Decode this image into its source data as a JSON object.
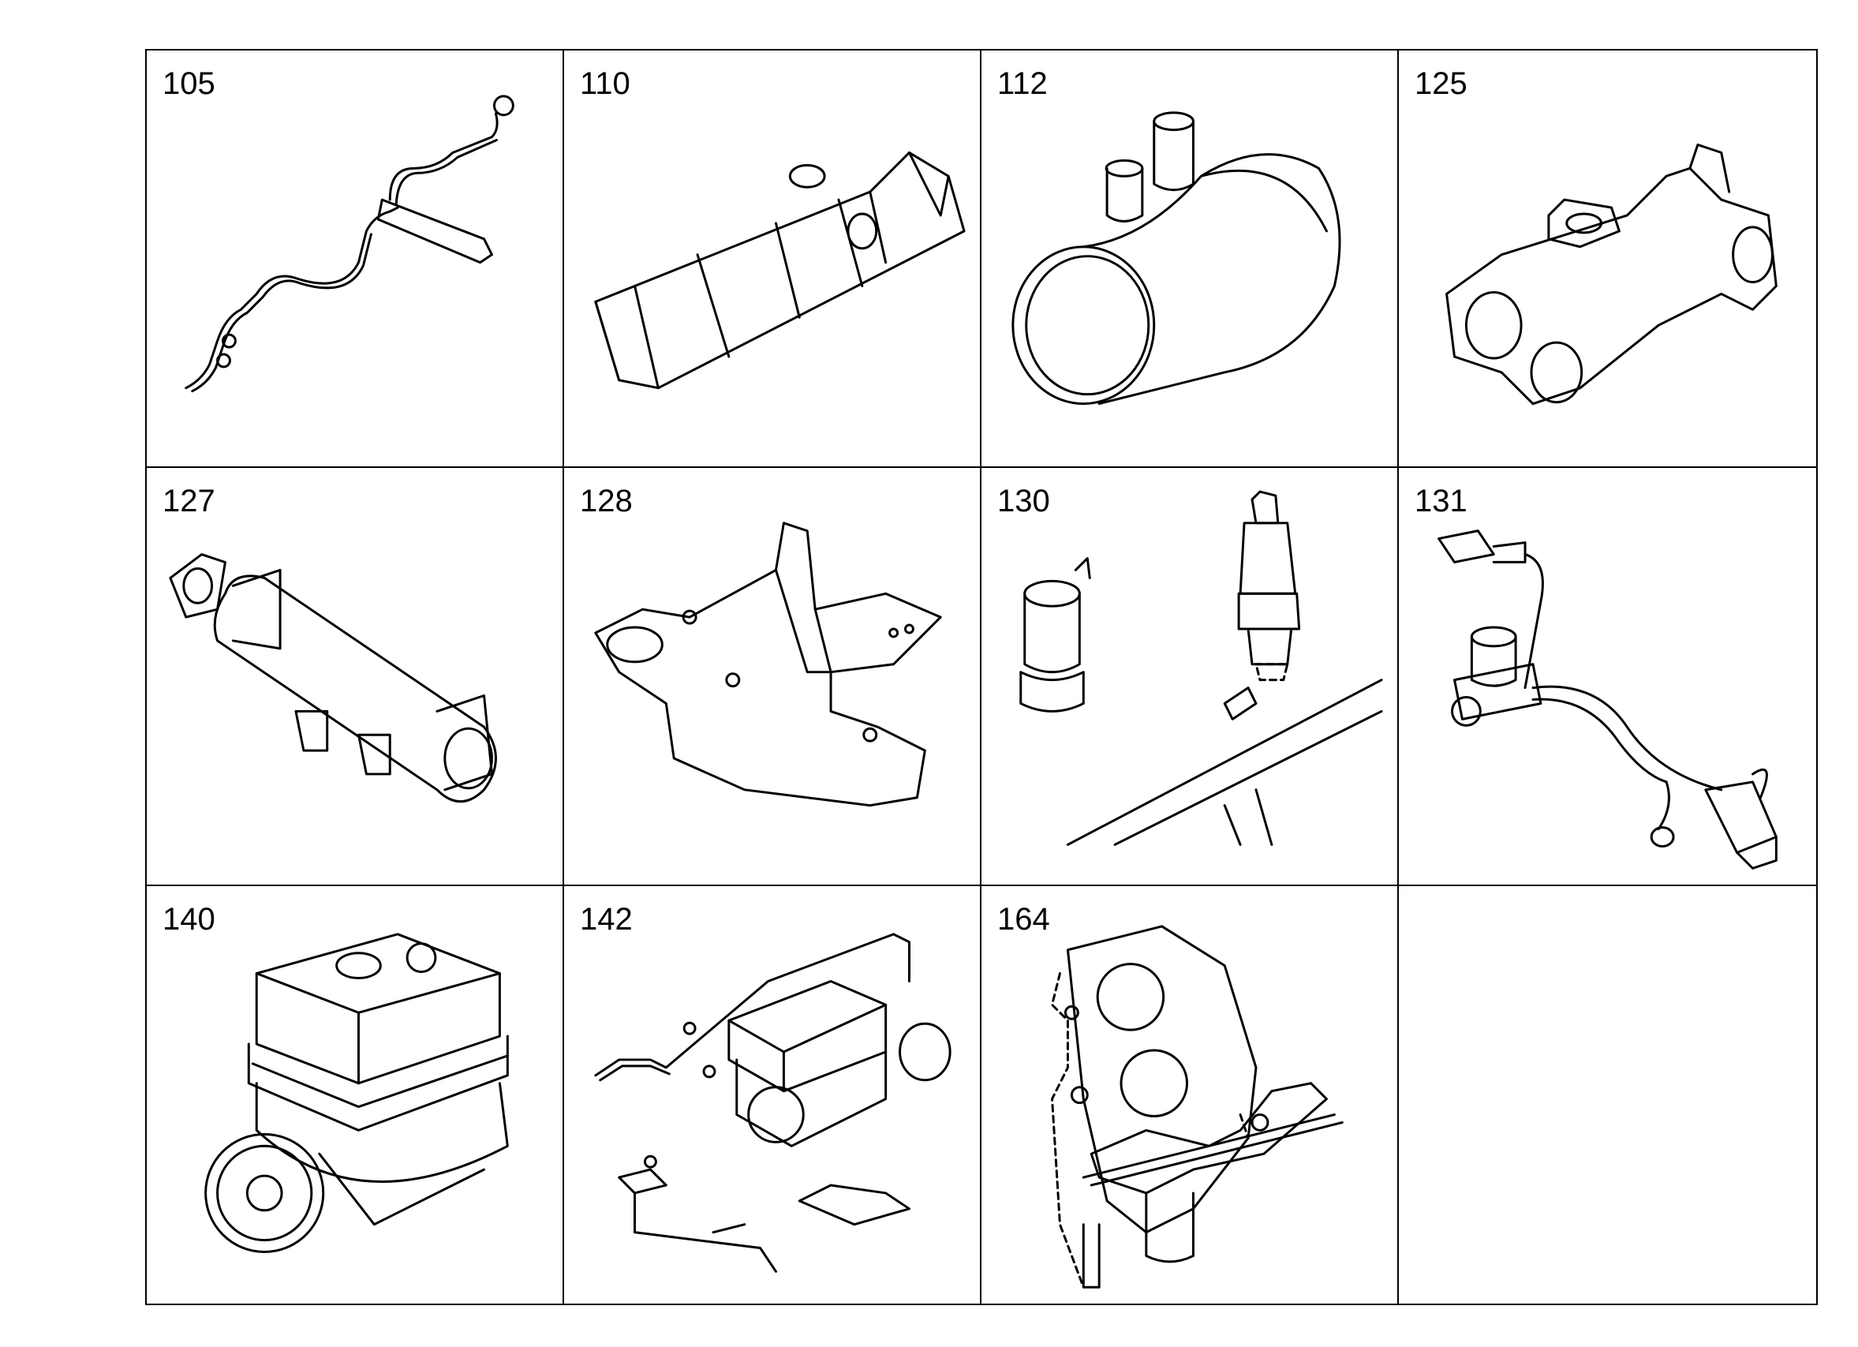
{
  "parts": [
    {
      "number": "105",
      "icon": "injector-line-icon"
    },
    {
      "number": "110",
      "icon": "valve-cover-icon"
    },
    {
      "number": "112",
      "icon": "pipe-adapter-icon"
    },
    {
      "number": "125",
      "icon": "intake-manifold-icon"
    },
    {
      "number": "127",
      "icon": "exhaust-pipe-icon"
    },
    {
      "number": "128",
      "icon": "manifold-bracket-icon"
    },
    {
      "number": "130",
      "icon": "sensor-and-switch-icon"
    },
    {
      "number": "131",
      "icon": "sensor-harness-icon"
    },
    {
      "number": "140",
      "icon": "air-compressor-icon"
    },
    {
      "number": "142",
      "icon": "compressor-lines-icon"
    },
    {
      "number": "164",
      "icon": "engine-block-lines-icon"
    },
    {
      "number": "",
      "icon": ""
    }
  ]
}
